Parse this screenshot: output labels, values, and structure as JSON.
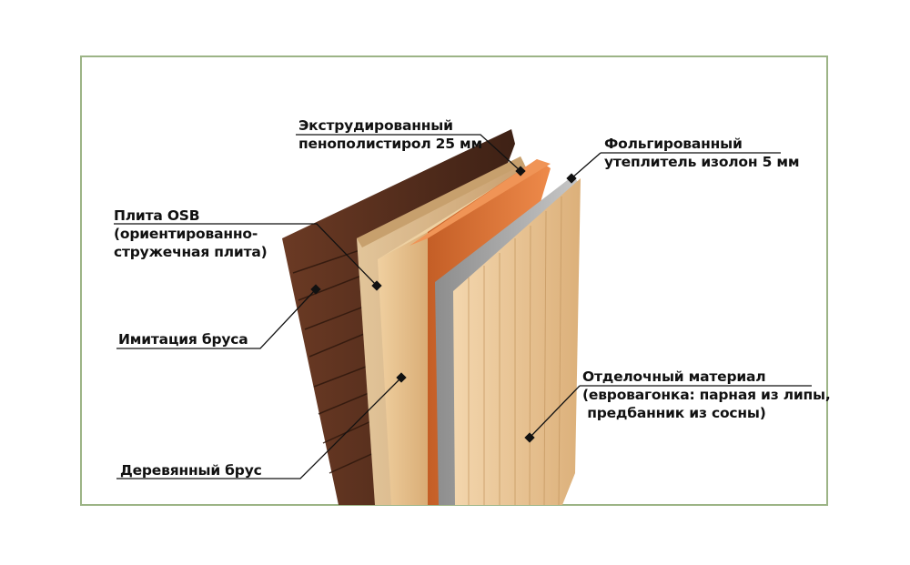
{
  "diagram": {
    "type": "layered-wall-cross-section",
    "colors": {
      "frame_border": "#9cb486",
      "imitation_timber": "#5a3120",
      "osb": "#d9b887",
      "timber_frame": "#e6bf8a",
      "xps_foam": "#e37a3c",
      "foil_insulation": "#a8a8a8",
      "finishing_boards": "#e8c396",
      "leader_line": "#111111"
    },
    "labels": {
      "xps": {
        "line1": "Экструдированный",
        "line2": "пенополистирол 25 мм"
      },
      "foil": {
        "line1": "Фольгированный",
        "line2": "утеплитель изолон 5 мм"
      },
      "osb": {
        "line1": "Плита OSB",
        "line2": "(ориентированно-",
        "line3": "стружечная плита)"
      },
      "imitation": {
        "line1": "Имитация бруса"
      },
      "timber": {
        "line1": "Деревянный брус"
      },
      "finishing": {
        "line1": "Отделочный материал",
        "line2": "(евровагонка: парная из липы,",
        "line3": " предбанник из сосны)"
      }
    }
  }
}
